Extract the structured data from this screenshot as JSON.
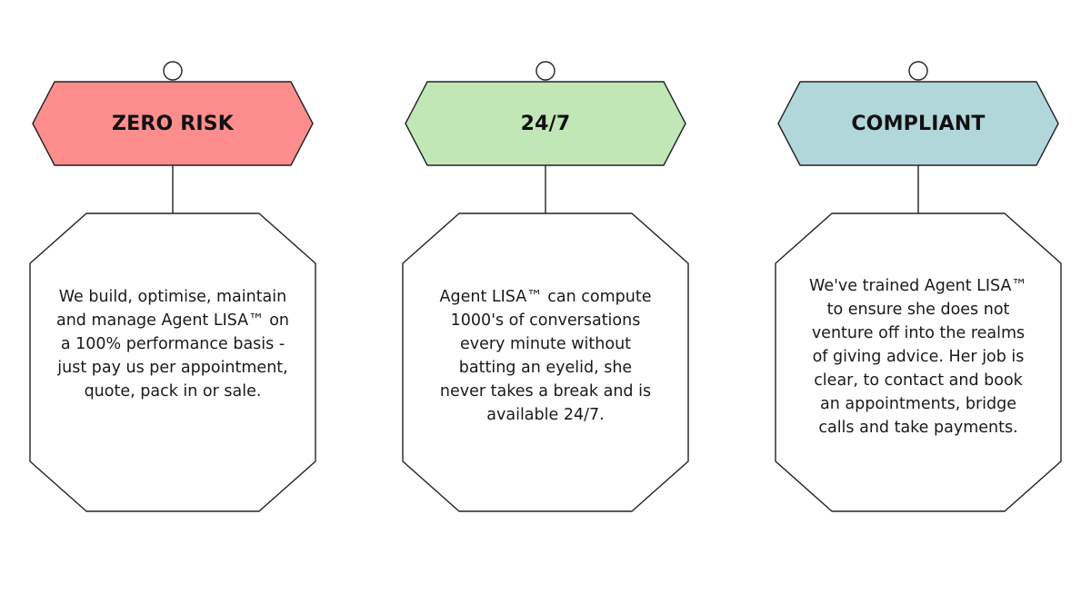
{
  "cards": [
    {
      "title": "ZERO RISK",
      "color": "#fe8e8e",
      "body": "We build, optimise, maintain and manage Agent LISA™ on a 100% performance basis - just pay us per appointment, quote, pack in or sale."
    },
    {
      "title": "24/7",
      "color": "#c1e7b6",
      "body": "Agent LISA™ can compute 1000's of conversations every minute without batting an eyelid, she never takes a break and is available 24/7."
    },
    {
      "title": "COMPLIANT",
      "color": "#b2d7da",
      "body": "We've trained Agent LISA™ to ensure she does not venture off into the realms of giving advice. Her job is clear, to contact and book an appointments, bridge calls and take payments."
    }
  ]
}
